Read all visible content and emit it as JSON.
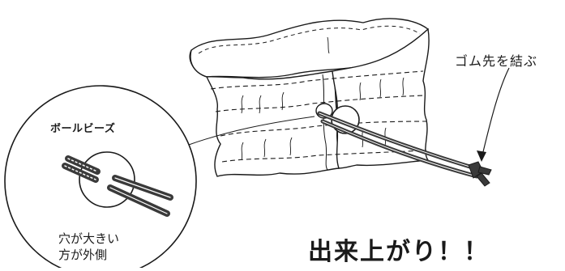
{
  "labels": {
    "tie_end": "ゴム先を結ぶ",
    "ball_beads": "ボールビーズ",
    "hole_line1": "穴が大きい",
    "hole_line2": "方が外側",
    "finished": "出来上がり！！"
  },
  "colors": {
    "line": "#1a1a1a",
    "cord": "#3a3a3a",
    "background": "#ffffff"
  }
}
